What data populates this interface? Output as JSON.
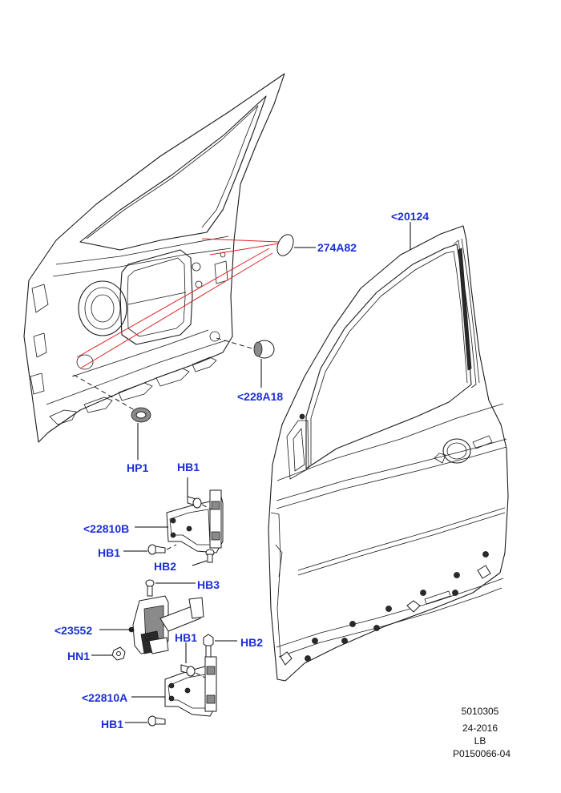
{
  "callouts": {
    "c274a82": "274A82",
    "c20124": "<20124",
    "c228a18": "<228A18",
    "chp1": "HP1",
    "chb1_top": "HB1",
    "c22810b": "<22810B",
    "chb1_mid": "HB1",
    "chb2_mid": "HB2",
    "chb3": "HB3",
    "c23552": "<23552",
    "chn1": "HN1",
    "chb1_low": "HB1",
    "chb2_low": "HB2",
    "c22810a": "<22810A",
    "chb1_bot": "HB1"
  },
  "meta": {
    "code": "5010305",
    "date": "24-2016",
    "region": "LB",
    "plate": "P0150066-04"
  },
  "colors": {
    "callout": "#1c2fd6",
    "highlight_line": "#e02020",
    "line_art": "#1a1a1a"
  }
}
